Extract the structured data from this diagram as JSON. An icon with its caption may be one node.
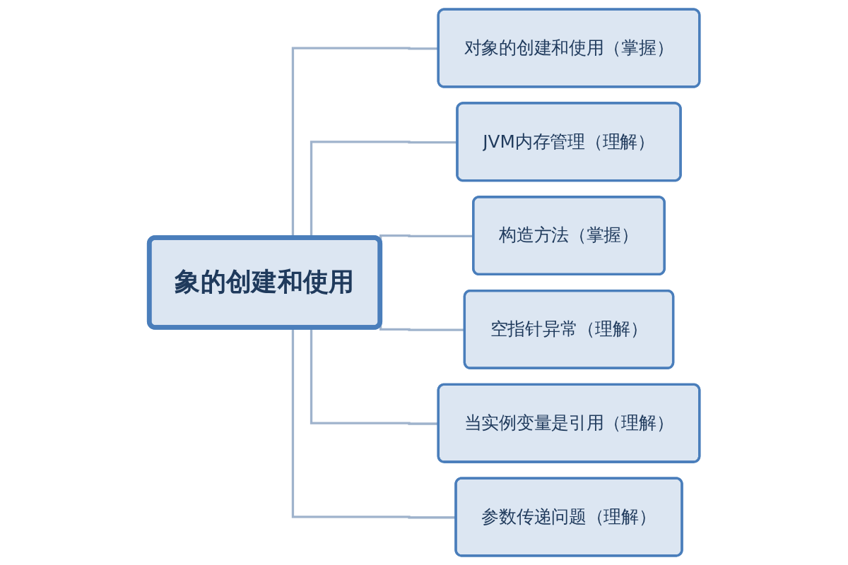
{
  "diagram": {
    "nodes": [
      {
        "text": [
          "象的创建和使用"
        ]
      },
      {
        "text": [
          "对象的创建和使用（掌握）"
        ]
      },
      {
        "text": [
          "JVM内存管理（理解）"
        ]
      },
      {
        "text": [
          "构造方法（掌握）"
        ]
      },
      {
        "text": [
          "空指针异常（理解）"
        ]
      },
      {
        "text": [
          "当实例变量是引用（理解）"
        ]
      },
      {
        "text": [
          "参数传递问题（理解）"
        ]
      }
    ],
    "edges": [
      {
        "from": 0,
        "to": 1,
        "arrow": "none"
      },
      {
        "from": 0,
        "to": 2,
        "arrow": "none"
      },
      {
        "from": 0,
        "to": 3,
        "arrow": "none"
      },
      {
        "from": 0,
        "to": 4,
        "arrow": "none"
      },
      {
        "from": 0,
        "to": 5,
        "arrow": "none"
      },
      {
        "from": 0,
        "to": 6,
        "arrow": "none"
      }
    ]
  }
}
